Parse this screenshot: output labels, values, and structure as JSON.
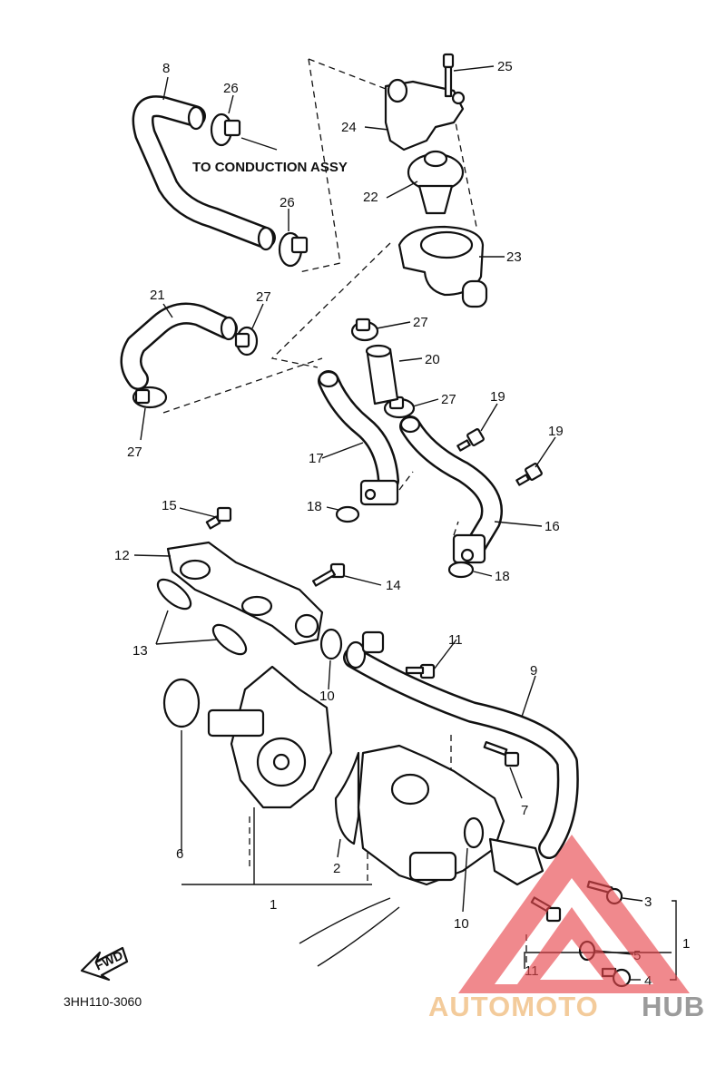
{
  "caption": "TO CONDUCTION ASSY",
  "diagram_code": "3HH110-3060",
  "fwd_label": "FWD",
  "callouts": {
    "c1": "1",
    "c1b": "1",
    "c2": "2",
    "c3": "3",
    "c4": "4",
    "c5": "5",
    "c6": "6",
    "c7": "7",
    "c8": "8",
    "c9": "9",
    "c10a": "10",
    "c10b": "10",
    "c11a": "11",
    "c11b": "11",
    "c12": "12",
    "c13": "13",
    "c14": "14",
    "c15": "15",
    "c16": "16",
    "c17": "17",
    "c18a": "18",
    "c18b": "18",
    "c19a": "19",
    "c19b": "19",
    "c20": "20",
    "c21": "21",
    "c22": "22",
    "c23": "23",
    "c24": "24",
    "c25": "25",
    "c26a": "26",
    "c26b": "26",
    "c27a": "27",
    "c27b": "27",
    "c27c": "27",
    "c27d": "27"
  },
  "watermark": {
    "part1": "AUTOMOTO",
    "part2": "HUB",
    "color1": "#f2c38a",
    "color2": "#8a8a8a",
    "triangle_color": "#e8474c"
  }
}
